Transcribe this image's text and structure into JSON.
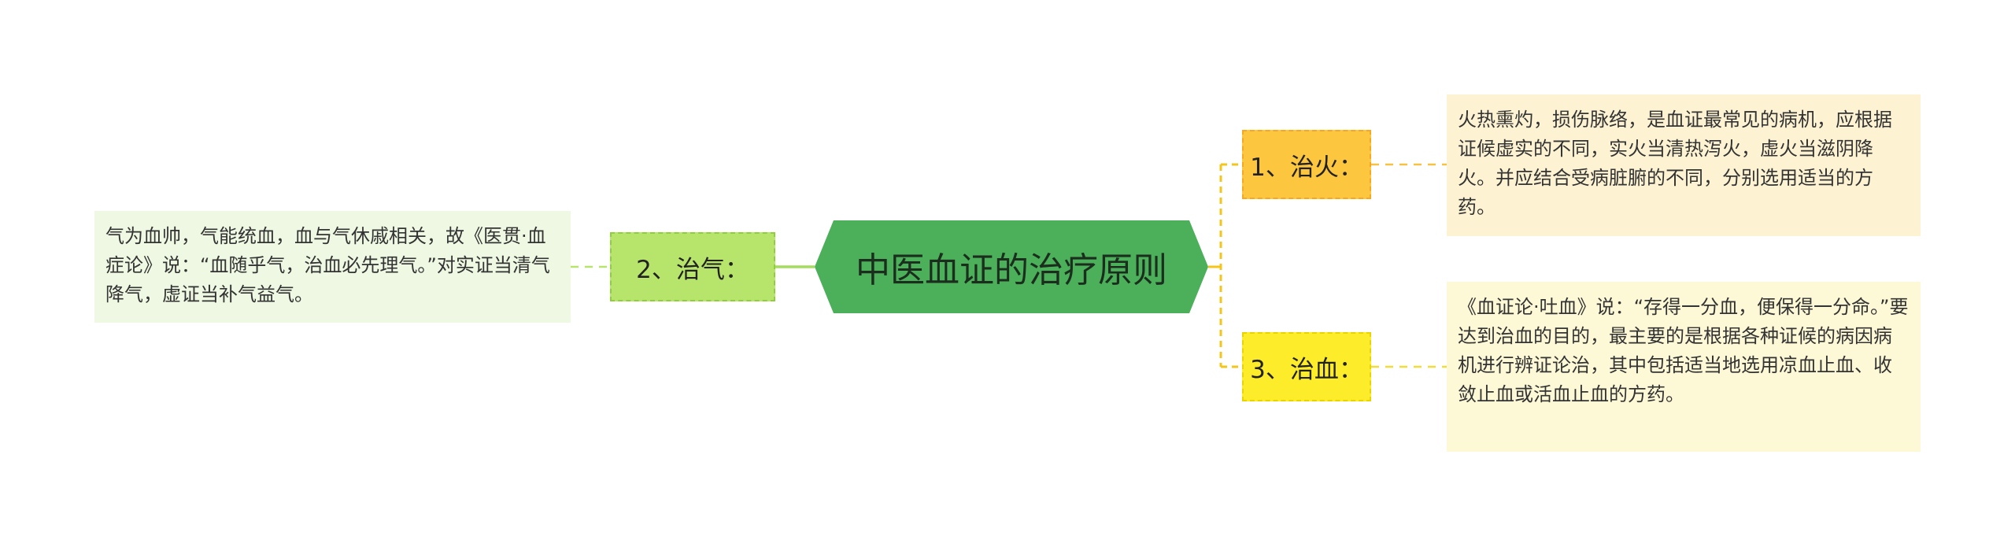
{
  "root": {
    "title": "中医血证的治疗原则"
  },
  "branches": {
    "fire": {
      "label": "1、治火：",
      "text": "火热熏灼，损伤脉络，是血证最常见的病机，应根据证候虚实的不同，实火当清热泻火，虚火当滋阴降火。并应结合受病脏腑的不同，分别选用适当的方药。"
    },
    "qi": {
      "label": "2、治气：",
      "text": "气为血帅，气能统血，血与气休戚相关，故《医贯·血症论》说：“血随乎气，治血必先理气。”对实证当清气降气，虚证当补气益气。"
    },
    "blood": {
      "label": "3、治血：",
      "text": "《血证论·吐血》说：“存得一分血，便保得一分命。”要达到治血的目的，最主要的是根据各种证候的病因病机进行辨证论治，其中包括适当地选用凉血止血、收敛止血或活血止血的方药。"
    }
  },
  "colors": {
    "root": "#4caf5a",
    "fire": "#fcc63f",
    "blood": "#fdec2a",
    "qi": "#b7e56b"
  }
}
